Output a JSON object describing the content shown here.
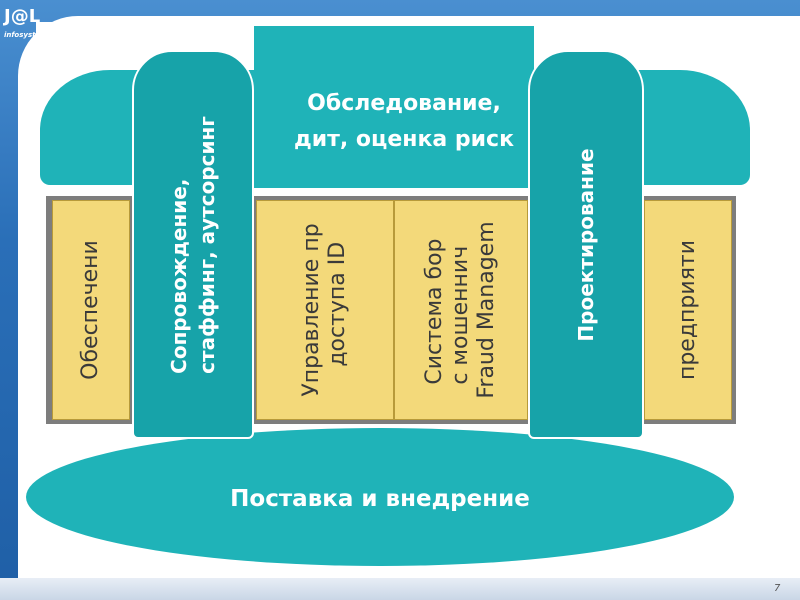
{
  "slide": {
    "logo_text": "J@L",
    "logo_sub": "infosystems",
    "page_number": "7"
  },
  "diagram": {
    "top_label_line1": "Обследование,",
    "top_label_line2": "дит, оценка риск",
    "bottom_label": "Поставка и внедрение",
    "left_pillar_line1": "Сопровождение,",
    "left_pillar_line2": "стаффинг, аутсорсинг",
    "right_pillar_label": "Проектирование",
    "columns": [
      {
        "lines": [
          "Обеспечени"
        ]
      },
      {
        "lines": [
          "Управление пр",
          "доступа ID"
        ]
      },
      {
        "lines": [
          "Система бор",
          "с мошеннич",
          "Fraud Managem"
        ]
      },
      {
        "lines": [
          "",
          "предприяти"
        ]
      }
    ],
    "colors": {
      "teal": "#1fb3b8",
      "yellow": "#f3d97a",
      "gray": "#7d7d7d",
      "frame_blue": "#1e6fb0"
    }
  }
}
